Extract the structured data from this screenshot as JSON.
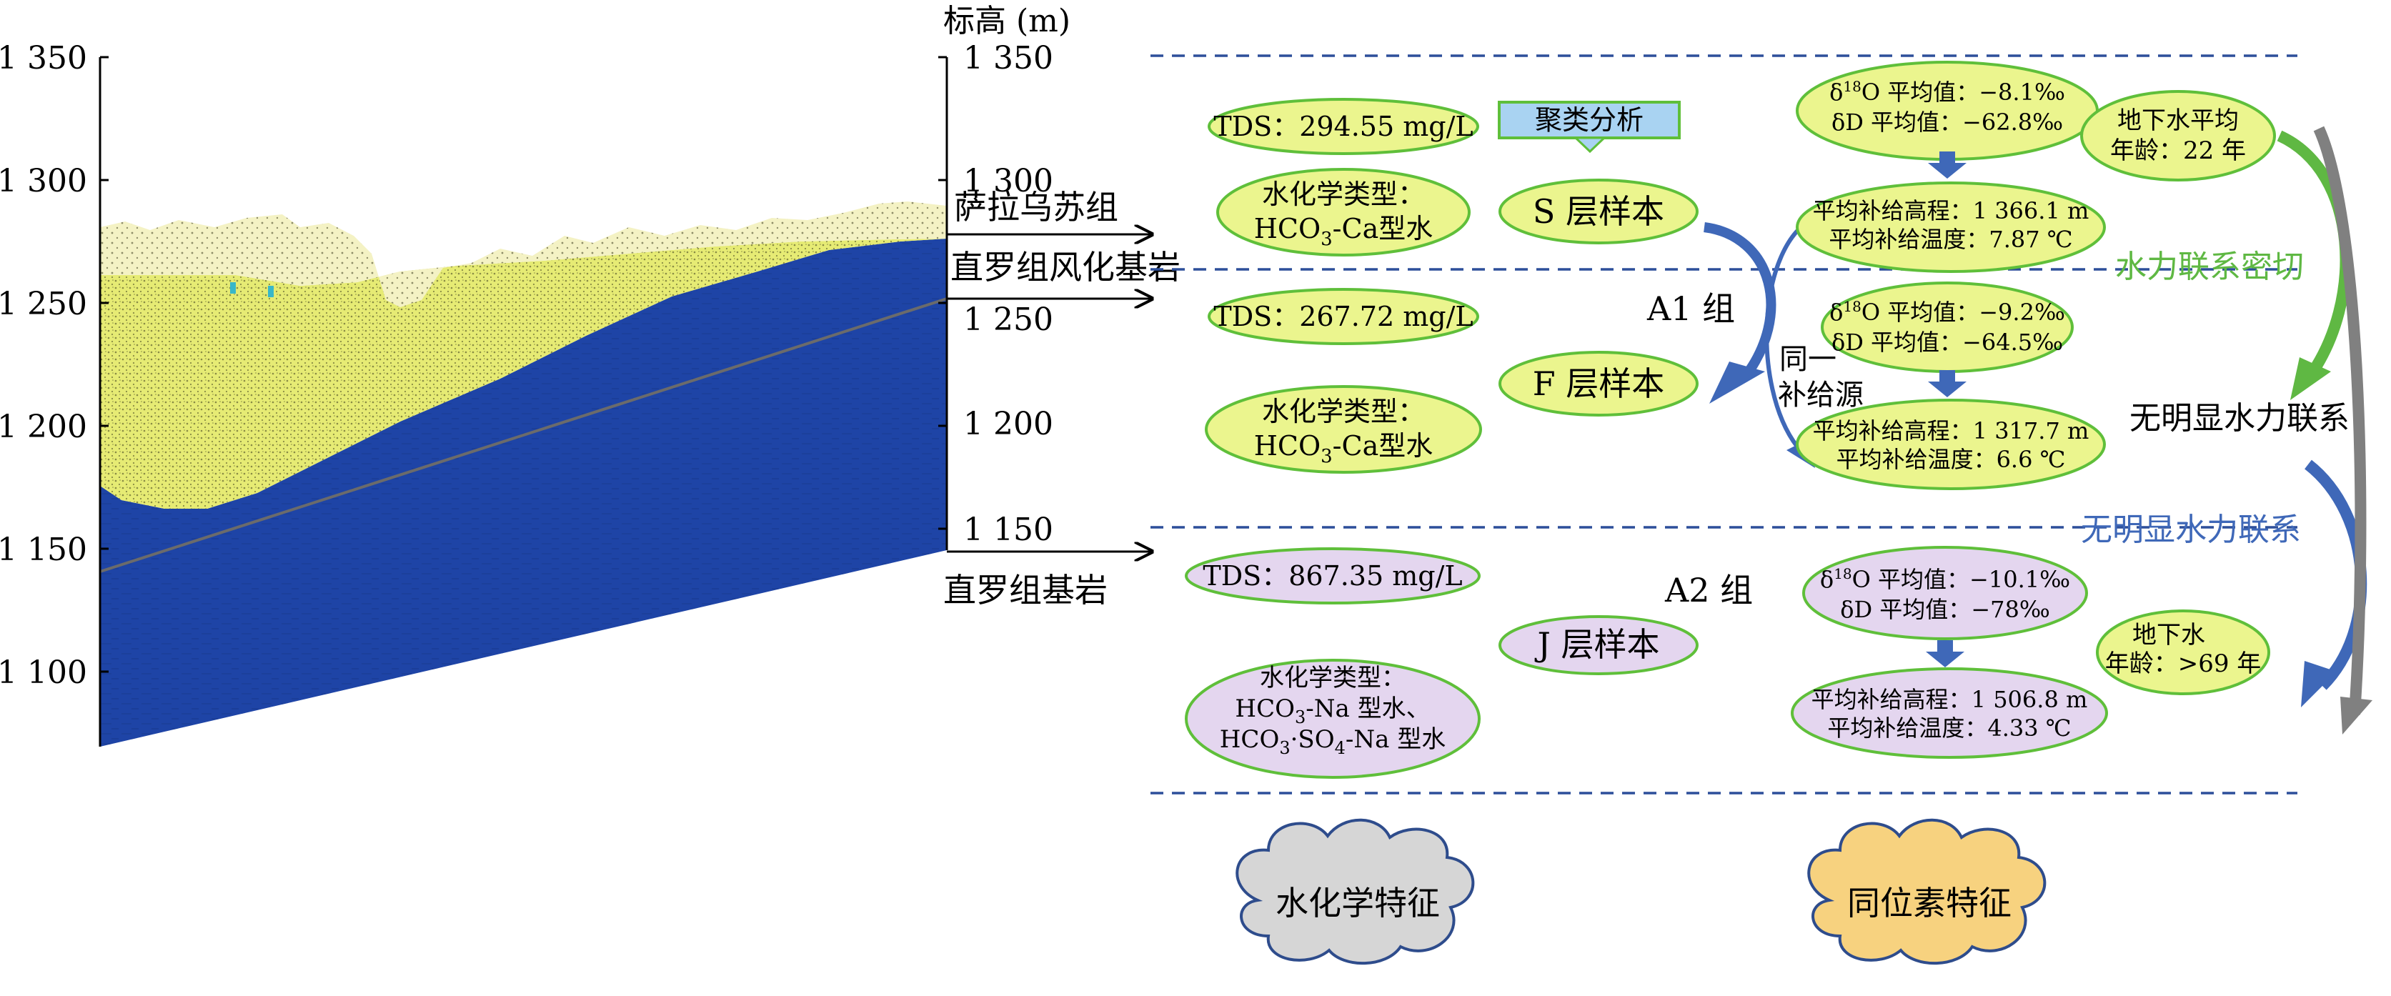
{
  "colors": {
    "topsoil": "#f4f2c4",
    "weathered": "#e6eb74",
    "bedrock": "#1e44a6",
    "green_border": "#5fbf3a",
    "purple_fill": "#e4d6ef",
    "yellow_fill": "#ebf58e",
    "arrow_blue": "#3f68b8",
    "arrow_green": "#5fb843",
    "arrow_grey": "#808080",
    "cloud_grey": "#d6d6d6",
    "cloud_yellow": "#f7d27f"
  },
  "section": {
    "axis_title": "标高 (m)",
    "left_ticks": [
      "1 350",
      "1 300",
      "1 250",
      "1 200",
      "1 150",
      "1 100"
    ],
    "right_ticks": [
      "1 350",
      "1 300",
      "1 250",
      "1 200",
      "1 150"
    ],
    "layers": {
      "sala": "萨拉乌苏组",
      "weathered": "直罗组风化基岩",
      "bedrock": "直罗组基岩"
    }
  },
  "groups": {
    "a1": "A1 组",
    "a2": "A2 组"
  },
  "cluster_label": "聚类分析",
  "same_source": [
    "同一",
    "补给源"
  ],
  "samples": {
    "s": "S 层样本",
    "f": "F 层样本",
    "j": "J 层样本"
  },
  "chem": {
    "s_tds": "TDS：294.55 mg/L",
    "s_type": [
      "水化学类型：",
      "HCO",
      "3",
      "-Ca型水"
    ],
    "f_tds": "TDS：267.72 mg/L",
    "f_type": [
      "水化学类型：",
      "HCO",
      "3",
      "-Ca型水"
    ],
    "j_tds": "TDS：867.35 mg/L",
    "j_type": [
      "水化学类型：",
      "HCO",
      "3",
      "-Na 型水、",
      "HCO",
      "3",
      "·SO",
      "4",
      "-Na 型水"
    ]
  },
  "isotope": {
    "s": {
      "o18": [
        "δ",
        "18",
        "O 平均值：−8.1‰"
      ],
      "d": "δD 平均值：−62.8‰",
      "alt": "平均补给高程：1 366.1 m",
      "temp": "平均补给温度：7.87 ℃"
    },
    "f": {
      "o18": [
        "δ",
        "18",
        "O 平均值：−9.2‰"
      ],
      "d": "δD 平均值：−64.5‰",
      "alt": "平均补给高程：1 317.7 m",
      "temp": "平均补给温度：6.6 ℃"
    },
    "j": {
      "o18": [
        "δ",
        "18",
        "O 平均值：−10.1‰"
      ],
      "d": "δD 平均值：−78‰",
      "alt": "平均补给高程：1 506.8 m",
      "temp": "平均补给温度：4.33 ℃"
    }
  },
  "age": {
    "upper": [
      "地下水平均",
      "年龄：22 年"
    ],
    "lower": [
      "地下水",
      "年龄：>69 年"
    ]
  },
  "relations": {
    "close": "水力联系密切",
    "none_center": "无明显水力联系",
    "none_lower": "无明显水力联系"
  },
  "clouds": {
    "chem": "水化学特征",
    "iso": "同位素特征"
  }
}
